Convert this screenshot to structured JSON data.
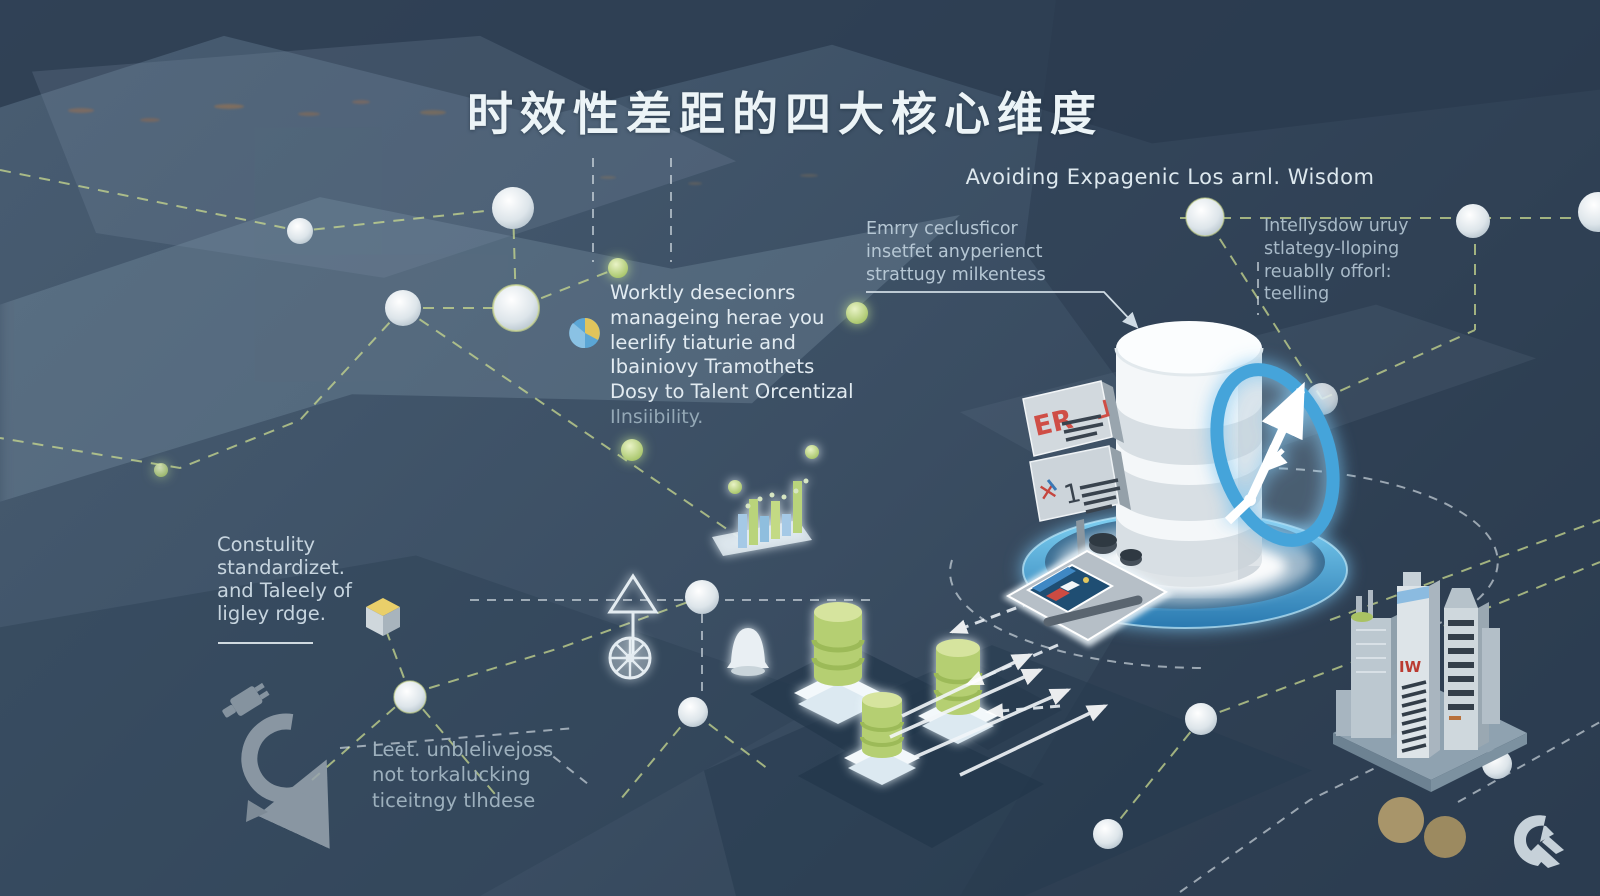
{
  "title": "时效性差距的四大核心维度",
  "subtitle": "Avoiding Expagenic Los arnl. Wisdom",
  "annotations": {
    "emry": "Emrry ceclusficor\ninsetfet anyperienct\nstrattugy milkentess",
    "intelly": "Intellysdow uruy\nstlategy-lloping\nreuablly offorl:\nteelling",
    "worktly": "Worktly desecionrs\nmanageing herae you\nleerlify tiaturie and\nIbainiovy Tramothets\nDosy to Talent Orcentizal",
    "worktly_tail": "Ilnsiibility.",
    "constulity": "Constulity\nstandardizet.\nand Taleely of\nligley rdge.",
    "leet": "Leet. unblelivejoss\nnot torkalucking\nticeitngy tlhdese"
  },
  "labels": {
    "sign_top": "ER",
    "sign_bottom_x": "✕",
    "sign_bottom_num": "1",
    "building": "IW"
  },
  "icons": {
    "clock_ring": "clock-ring",
    "database_main": "database-cylinder",
    "database_green": "green-database",
    "bar_chart": "mini-bar-chart",
    "bell": "bell",
    "wheel": "ship-wheel",
    "triangle_arrow": "up-triangle",
    "recycle": "recycle-arrows",
    "plug": "plug",
    "cube": "iso-cube",
    "pie": "pie-chart",
    "buildings": "city-buildings",
    "logo": "brand-logo"
  },
  "colors": {
    "background": "#3c5065",
    "accent_green": "#b5cf72",
    "dash_green": "#c9d98f",
    "platform_blue": "#54b4e4",
    "ring_blue": "#45a4da",
    "cylinder_white": "#f4f7f9",
    "tan_dot": "#a8956a",
    "red_accent": "#cf4e46"
  }
}
